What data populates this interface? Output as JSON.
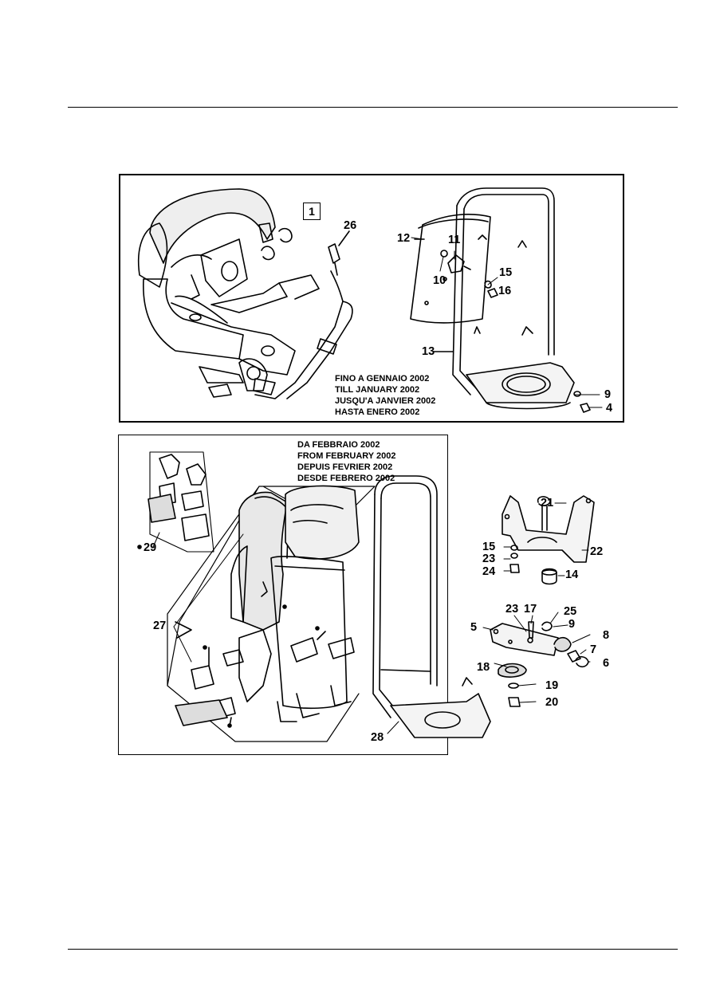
{
  "version_box": "1",
  "notes": {
    "until": [
      "FINO A GENNAIO 2002",
      "TILL JANUARY 2002",
      "JUSQU'A JANVIER 2002",
      "HASTA ENERO 2002"
    ],
    "from": [
      "DA FEBBRAIO 2002",
      "FROM FEBRUARY 2002",
      "DEPUIS FEVRIER 2002",
      "DESDE FEBRERO 2002"
    ]
  },
  "callouts": {
    "c26": "26",
    "c12": "12",
    "c11": "11",
    "c10": "10",
    "c15a": "15",
    "c16": "16",
    "c13": "13",
    "c9a": "9",
    "c4": "4",
    "c29": "29",
    "c27": "27",
    "c28": "28",
    "c21": "21",
    "c15b": "15",
    "c23a": "23",
    "c24": "24",
    "c22": "22",
    "c14": "14",
    "c23b": "23",
    "c17": "17",
    "c25": "25",
    "c5": "5",
    "c9b": "9",
    "c8": "8",
    "c7": "7",
    "c6": "6",
    "c18": "18",
    "c19": "19",
    "c20": "20"
  }
}
